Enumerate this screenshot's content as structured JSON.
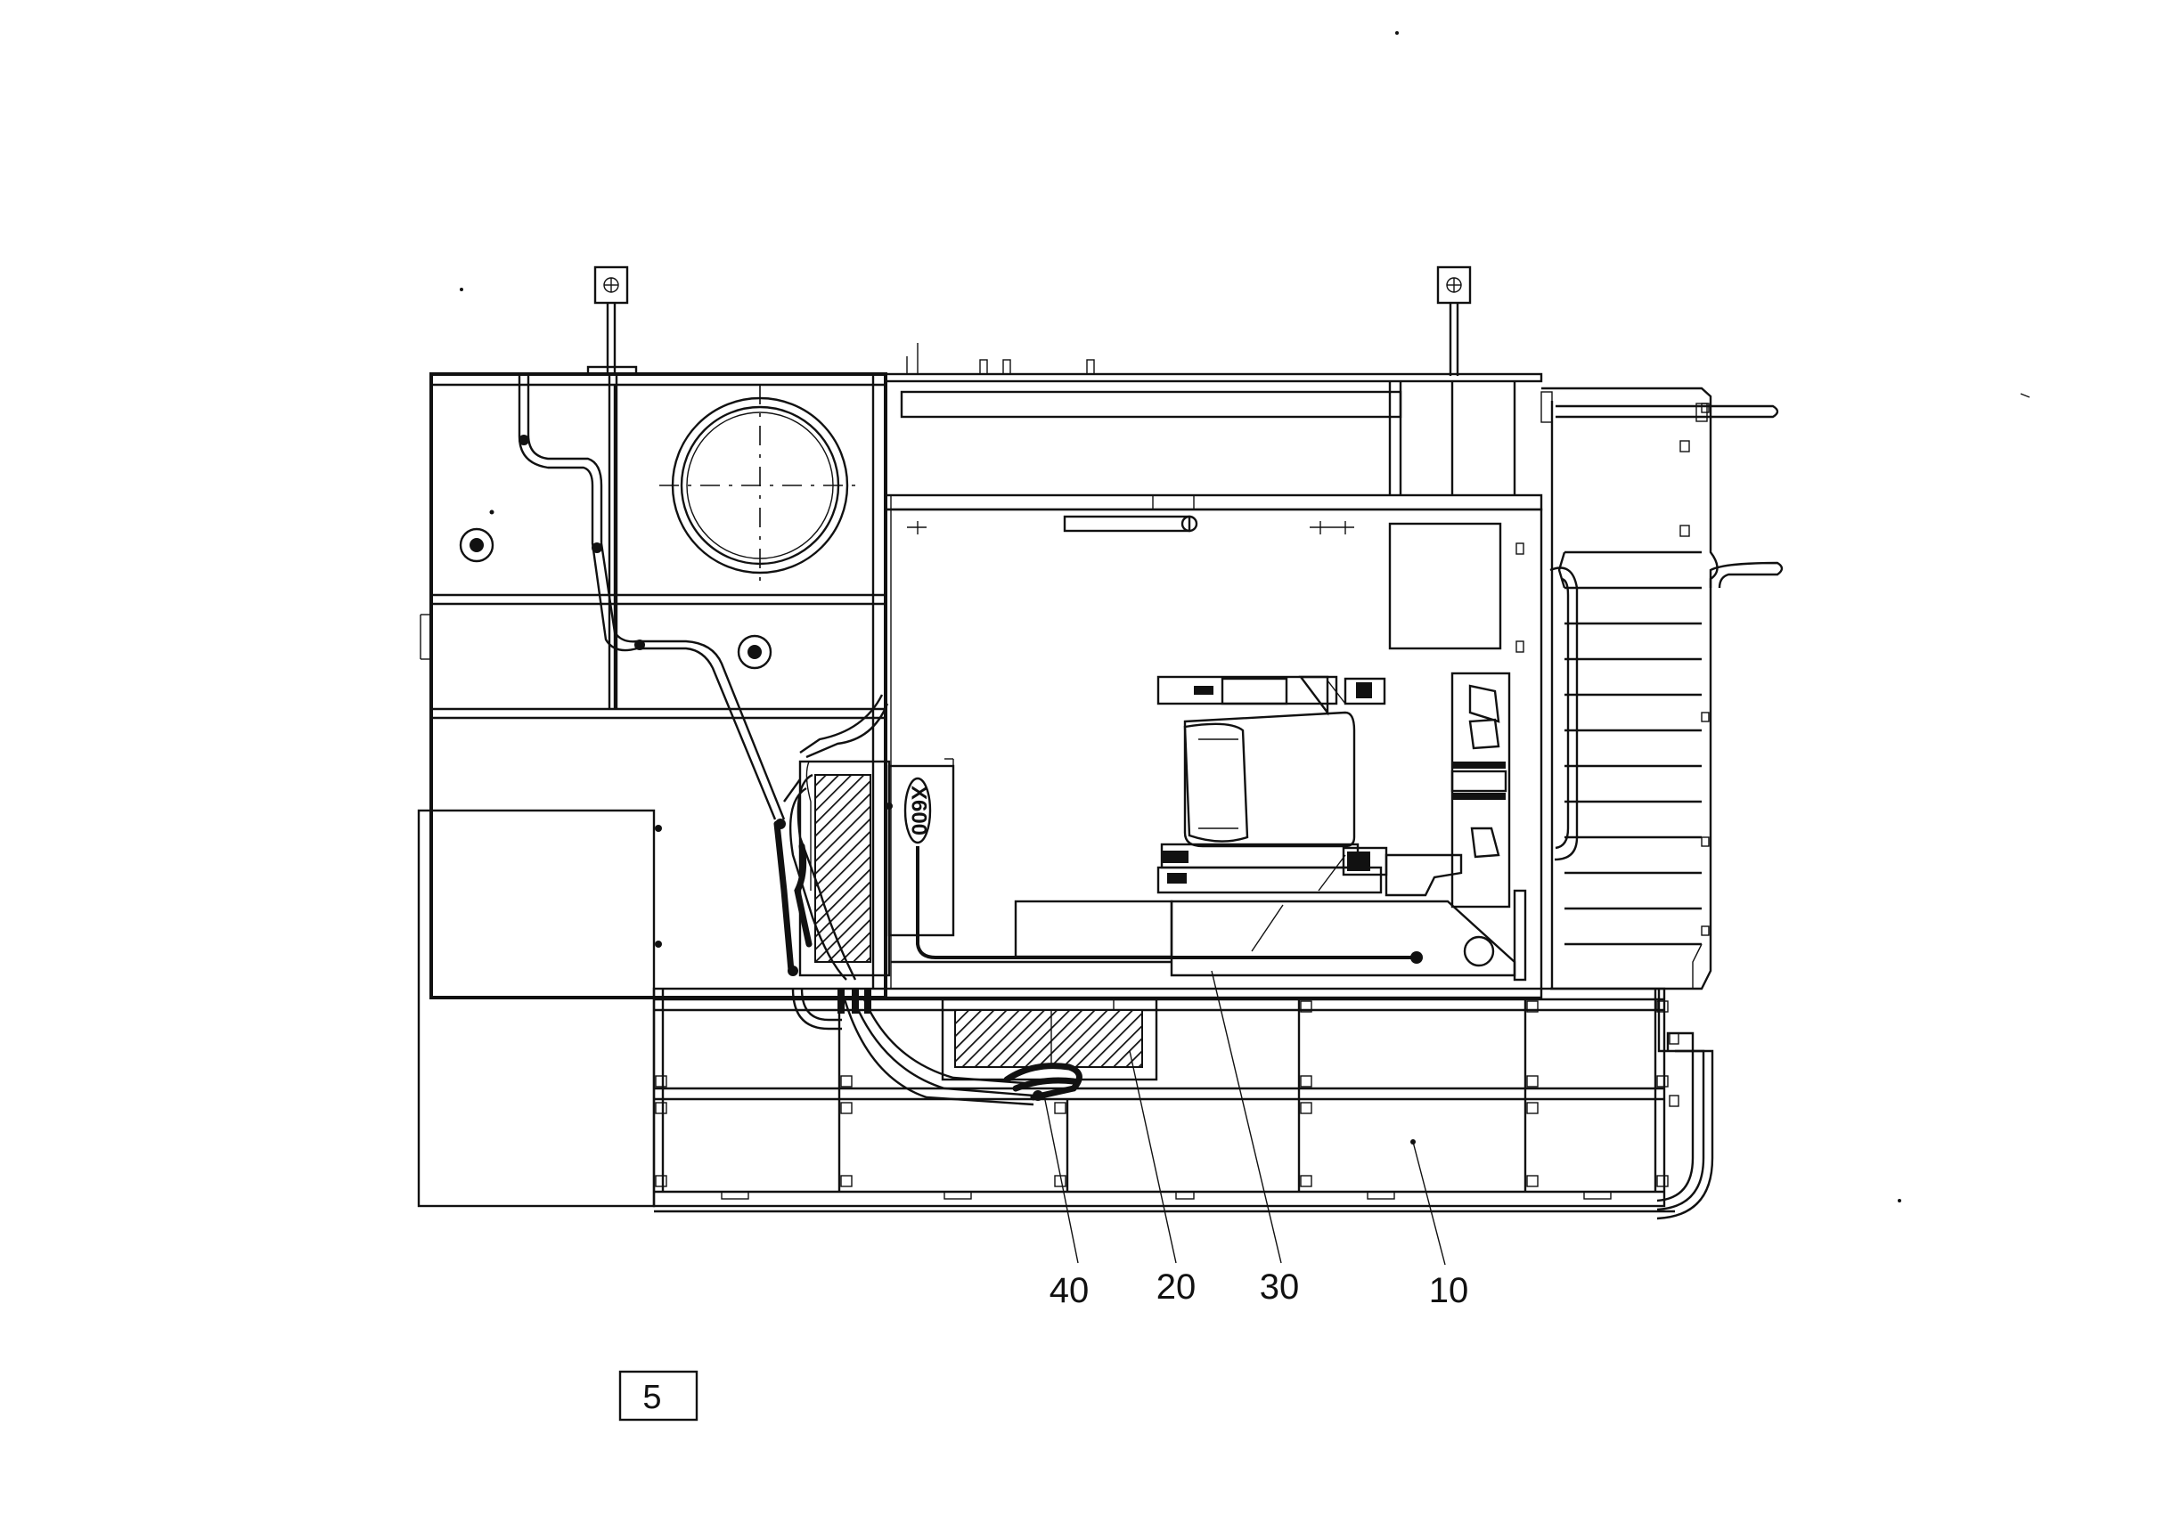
{
  "diagram": {
    "component_label": "X600",
    "callouts": [
      {
        "id": "40",
        "label": "40"
      },
      {
        "id": "20",
        "label": "20"
      },
      {
        "id": "30",
        "label": "30"
      },
      {
        "id": "10",
        "label": "10"
      }
    ]
  },
  "page_marker": "5"
}
